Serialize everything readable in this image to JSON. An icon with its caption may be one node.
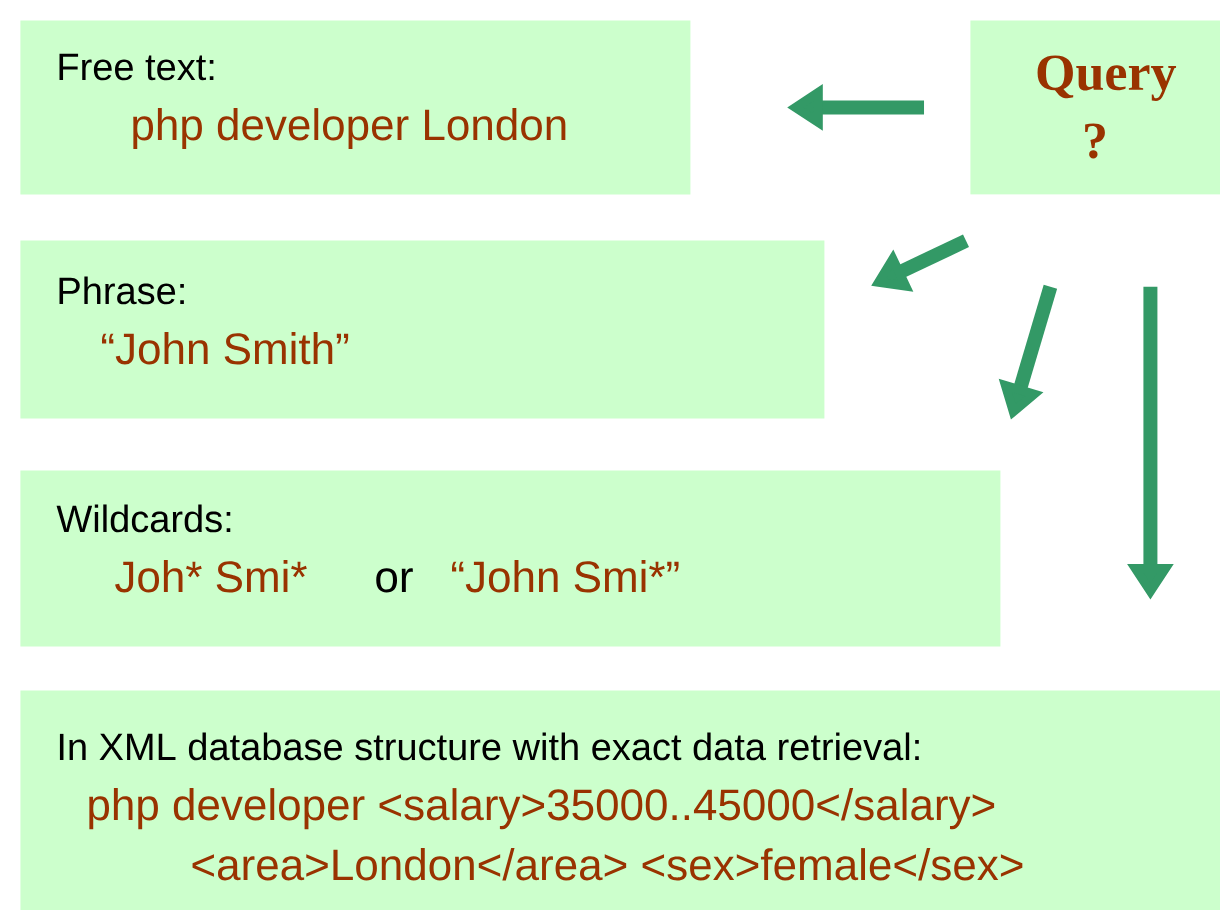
{
  "diagram": {
    "nodes": [
      {
        "text": [
          "Query ?"
        ]
      },
      {
        "text": [
          "Free text:",
          "php developer London"
        ]
      },
      {
        "text": [
          "Phrase:",
          "“John Smith”"
        ]
      },
      {
        "text": [
          "Wildcards:",
          "Joh* Smi*",
          "or",
          "“John Smi*”"
        ]
      },
      {
        "text": [
          "In XML database structure with exact data retrieval:",
          "php developer <salary>35000..45000</salary>",
          "<area>London</area> <sex>female</sex>"
        ]
      }
    ],
    "edges": [
      {
        "from": 0,
        "to": 1,
        "arrow": "to"
      },
      {
        "from": 0,
        "to": 2,
        "arrow": "to"
      },
      {
        "from": 0,
        "to": 3,
        "arrow": "to"
      },
      {
        "from": 0,
        "to": 4,
        "arrow": "to"
      }
    ]
  }
}
